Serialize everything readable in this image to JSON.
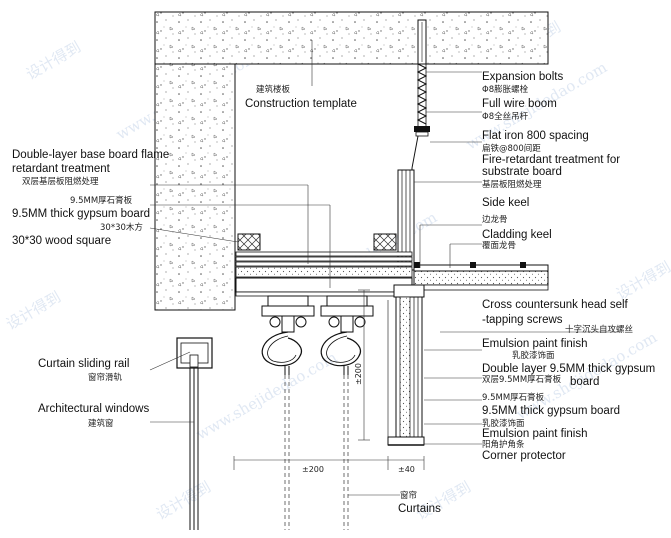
{
  "watermark": {
    "text_cn": "设计得到",
    "text_url": "www.shejidedao.com"
  },
  "labels": {
    "construction_template": {
      "cn": "建筑楼板",
      "en": "Construction template"
    },
    "expansion_bolts": {
      "en": "Expansion bolts",
      "cn": "Φ8膨胀螺栓"
    },
    "full_wire_boom": {
      "en": "Full wire boom",
      "cn": "Φ8全丝吊杆"
    },
    "flat_iron": {
      "en": "Flat iron 800 spacing",
      "cn": "扁铁@800间距"
    },
    "fire_retardant_substrate": {
      "en_1": "Fire-retardant treatment for",
      "en_2": "substrate board",
      "cn": "基层板阻燃处理"
    },
    "double_layer_base": {
      "en_1": "Double-layer base board flame",
      "en_2": "retardant treatment",
      "cn": "双层基层板阻燃处理"
    },
    "gypsum_left": {
      "cn": "9.5MM厚石膏板",
      "en": "9.5MM thick gypsum board"
    },
    "wood_square": {
      "cn": "30*30木方",
      "en": "30*30 wood square"
    },
    "side_keel": {
      "en": "Side keel",
      "cn": "边龙骨"
    },
    "cladding_keel": {
      "en": "Cladding keel",
      "cn": "覆面龙骨"
    },
    "cross_screws": {
      "en_1": "Cross countersunk head self",
      "en_2": "-tapping screws",
      "cn": "十字沉头自攻螺丝"
    },
    "emulsion_1": {
      "en": "Emulsion paint finish",
      "cn": "乳胶漆饰面"
    },
    "double_layer_gypsum": {
      "en_1": "Double layer 9.5MM thick gypsum",
      "en_2": "board",
      "cn": "双层9.5MM厚石膏板"
    },
    "gypsum_right": {
      "cn": "9.5MM厚石膏板",
      "en": "9.5MM thick gypsum board"
    },
    "emulsion_2": {
      "cn": "乳胶漆饰面",
      "en": "Emulsion paint finish"
    },
    "corner_protector": {
      "cn": "阳角护角条",
      "en": "Corner protector"
    },
    "curtain_rail": {
      "en": "Curtain sliding rail",
      "cn": "窗帘滑轨"
    },
    "arch_windows": {
      "en": "Architectural windows",
      "cn": "建筑窗"
    },
    "curtains": {
      "cn": "窗帘",
      "en": "Curtains"
    }
  },
  "dimensions": {
    "vertical_200": "±200",
    "horizontal_200": "±200",
    "horizontal_40": "±40"
  }
}
